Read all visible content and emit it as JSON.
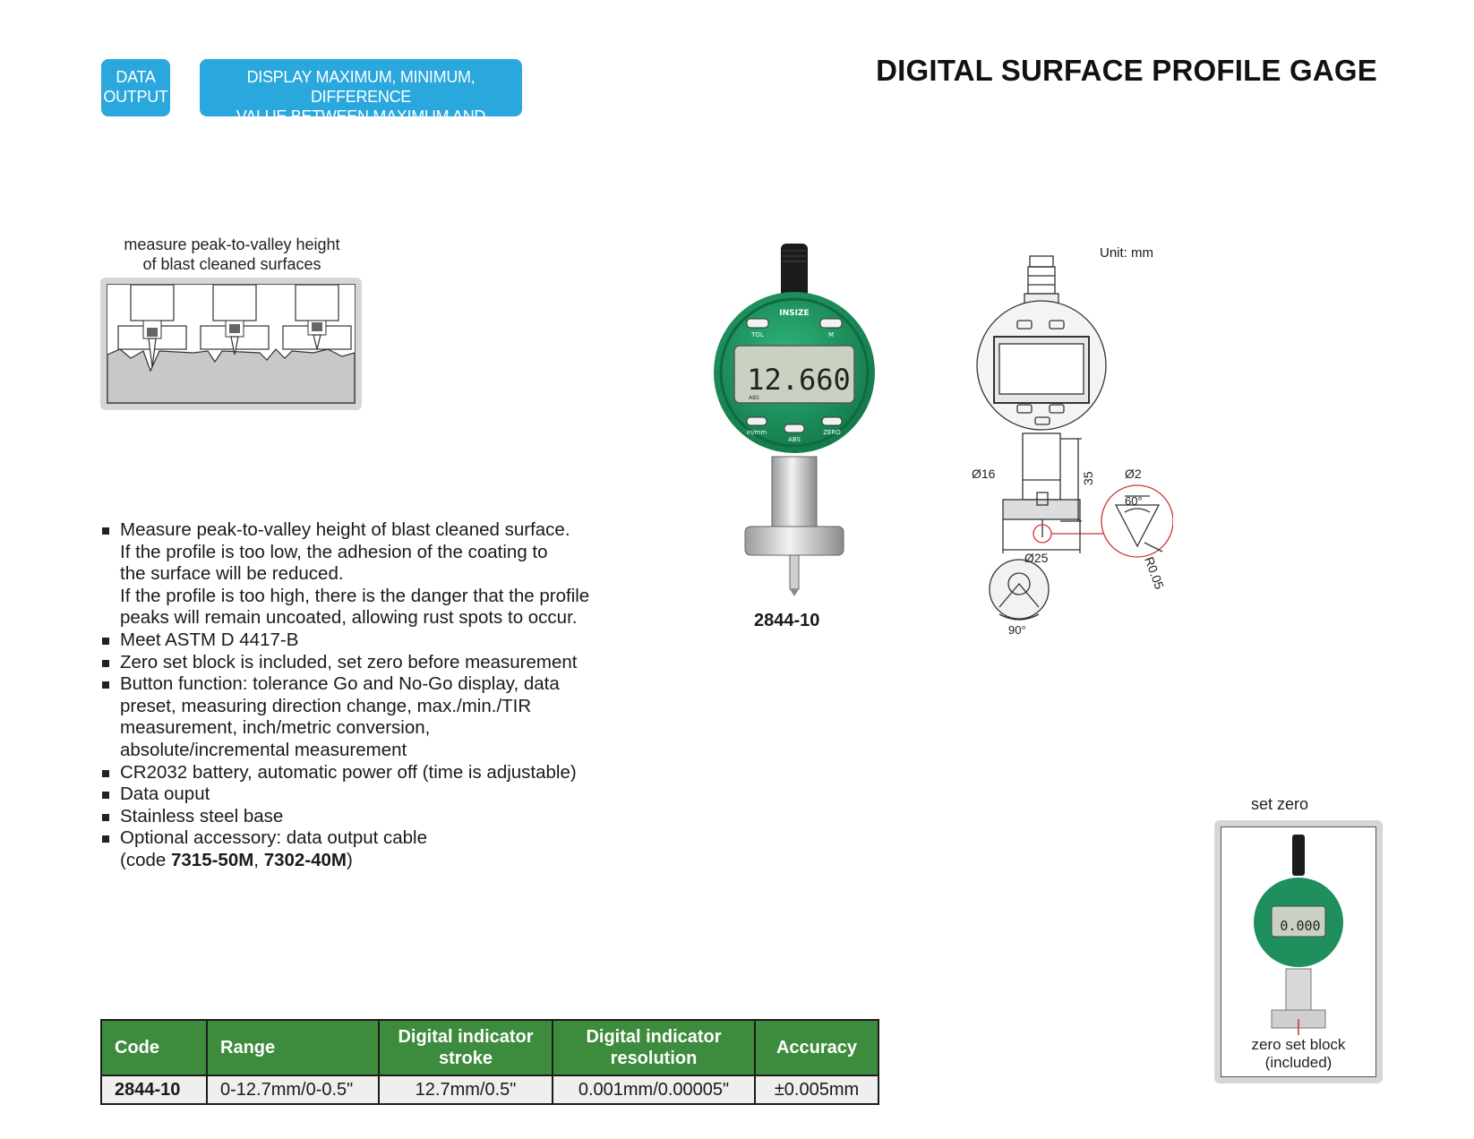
{
  "badges": {
    "data_output": [
      "DATA",
      "OUTPUT"
    ],
    "display": [
      "DISPLAY MAXIMUM, MINIMUM, DIFFERENCE",
      "VALUE BETWEEN MAXIMUM AND MINIMUM"
    ]
  },
  "title": "DIGITAL SURFACE PROFILE GAGE",
  "diagram_caption": [
    "measure peak-to-valley height",
    "of blast cleaned surfaces"
  ],
  "features": [
    [
      "Measure peak-to-valley height of blast cleaned surface.",
      "If the profile is too low, the adhesion of the coating to",
      "the surface will be reduced.",
      "If the profile is too high, there is the danger that the profile",
      "peaks will remain uncoated, allowing rust spots to occur."
    ],
    [
      "Meet ASTM D 4417-B"
    ],
    [
      "Zero set block is included, set zero before measurement"
    ],
    [
      "Button function: tolerance Go and No-Go display, data",
      "preset, measuring direction change, max./min./TIR",
      "measurement, inch/metric conversion,",
      "absolute/incremental measurement"
    ],
    [
      "CR2032 battery, automatic power off (time is adjustable)"
    ],
    [
      "Data ouput"
    ],
    [
      "Stainless steel base"
    ]
  ],
  "accessory": {
    "line1": "Optional accessory: data output cable",
    "prefix": "(code ",
    "code1": "7315-50M",
    "sep": ", ",
    "code2": "7302-40M",
    "suffix": ")"
  },
  "product": {
    "model": "2844-10",
    "brand": "INSIZE",
    "display_value": "12.660",
    "buttons": [
      "TOL",
      "M",
      "in/mm",
      "ABS",
      "ZERO"
    ],
    "small_labels": [
      "ABS"
    ]
  },
  "drawing": {
    "unit": "Unit: mm",
    "dim_stem": "Ø16",
    "dim_height": "35",
    "dim_base": "Ø25",
    "dim_tip": "Ø2",
    "angle_tip": "60°",
    "radius_tip": "R0.05",
    "angle_base": "90°"
  },
  "set_zero": {
    "caption": "set zero",
    "display_value": "0.000",
    "label": [
      "zero set block",
      "(included)"
    ]
  },
  "table": {
    "headers": [
      [
        "Code"
      ],
      [
        "Range"
      ],
      [
        "Digital indicator",
        "stroke"
      ],
      [
        "Digital indicator",
        "resolution"
      ],
      [
        "Accuracy"
      ]
    ],
    "rows": [
      [
        "2844-10",
        "0-12.7mm/0-0.5\"",
        "12.7mm/0.5\"",
        "0.001mm/0.00005\"",
        "±0.005mm"
      ]
    ]
  },
  "colors": {
    "badge": "#2aa7dc",
    "table_header": "#3d8b3d",
    "gauge_green": "#1f8f5e"
  }
}
